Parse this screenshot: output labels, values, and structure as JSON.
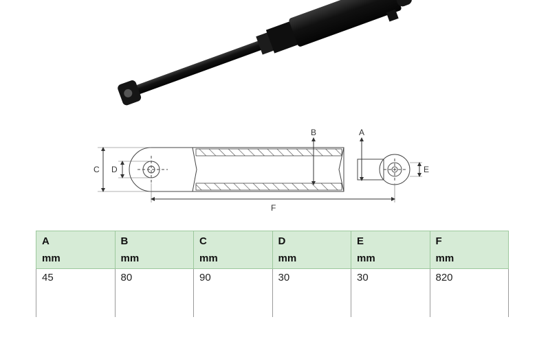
{
  "diagram": {
    "labels": {
      "A": "A",
      "B": "B",
      "C": "C",
      "D": "D",
      "E": "E",
      "F": "F"
    }
  },
  "table": {
    "columns": [
      {
        "name": "A",
        "unit": "mm"
      },
      {
        "name": "B",
        "unit": "mm"
      },
      {
        "name": "C",
        "unit": "mm"
      },
      {
        "name": "D",
        "unit": "mm"
      },
      {
        "name": "E",
        "unit": "mm"
      },
      {
        "name": "F",
        "unit": "mm"
      }
    ],
    "rows": [
      [
        "45",
        "80",
        "90",
        "30",
        "30",
        "820"
      ]
    ]
  },
  "colors": {
    "header_bg": "#d6ebd6",
    "cylinder": "#1a1a1a"
  }
}
